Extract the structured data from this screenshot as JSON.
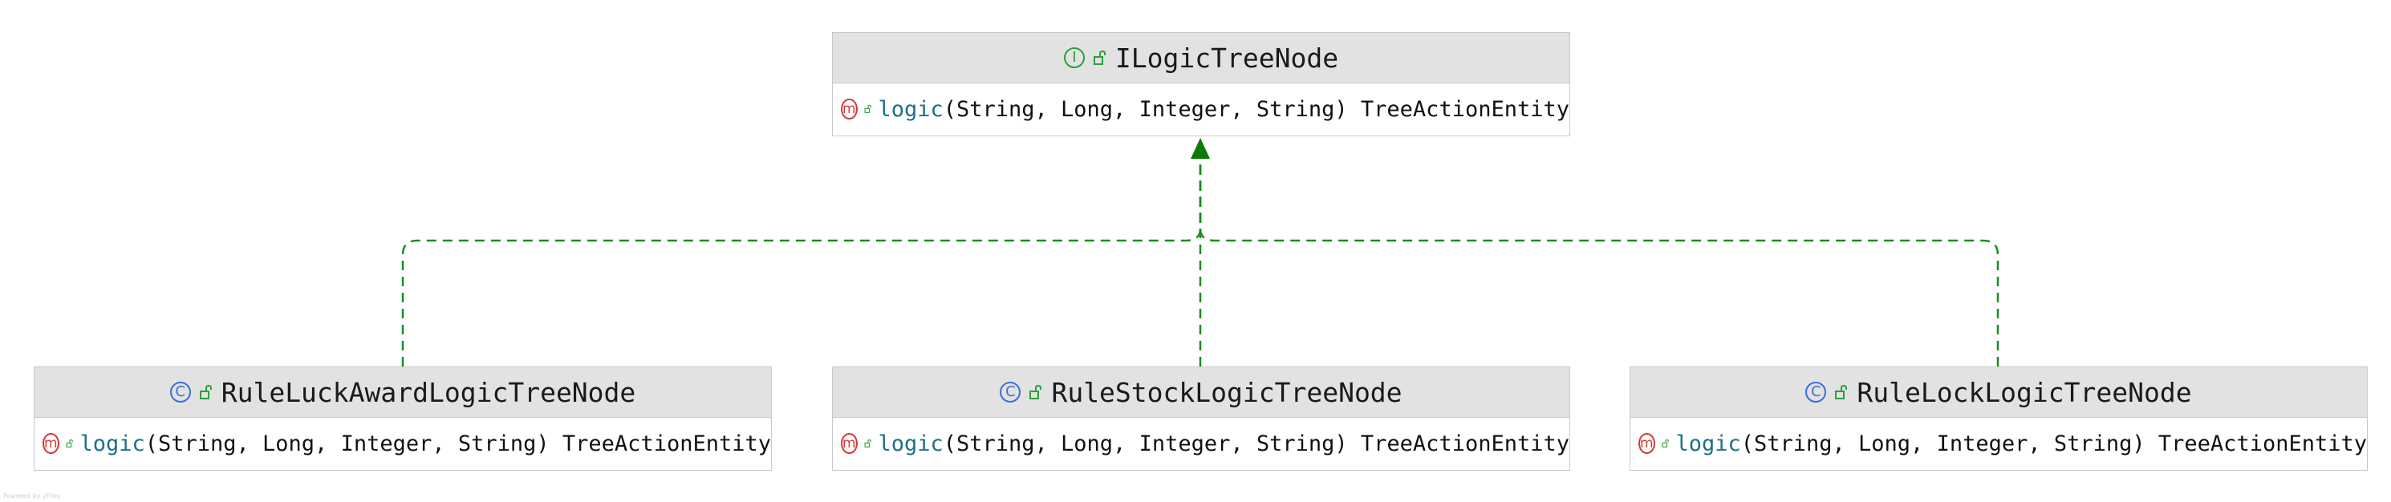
{
  "nodes": {
    "iface": {
      "kind": "interface",
      "badge": "I",
      "name": "ILogicTreeNode",
      "method": {
        "badge": "m",
        "name": "logic",
        "sig": "(String, Long, Integer, String) TreeActionEntity"
      }
    },
    "luck": {
      "kind": "class",
      "badge": "C",
      "name": "RuleLuckAwardLogicTreeNode",
      "method": {
        "badge": "m",
        "name": "logic",
        "sig": "(String, Long, Integer, String) TreeActionEntity"
      }
    },
    "stock": {
      "kind": "class",
      "badge": "C",
      "name": "RuleStockLogicTreeNode",
      "method": {
        "badge": "m",
        "name": "logic",
        "sig": "(String, Long, Integer, String) TreeActionEntity"
      }
    },
    "lock": {
      "kind": "class",
      "badge": "C",
      "name": "RuleLockLogicTreeNode",
      "method": {
        "badge": "m",
        "name": "logic",
        "sig": "(String, Long, Integer, String) TreeActionEntity"
      }
    }
  },
  "relations": [
    {
      "from": "luck",
      "to": "iface",
      "type": "implements"
    },
    {
      "from": "stock",
      "to": "iface",
      "type": "implements"
    },
    {
      "from": "lock",
      "to": "iface",
      "type": "implements"
    }
  ],
  "colors": {
    "edge": "#1e8c1e",
    "arrow": "#0a7a0a",
    "header_bg": "#e2e2e2"
  },
  "watermark": "Powered by yFiles"
}
